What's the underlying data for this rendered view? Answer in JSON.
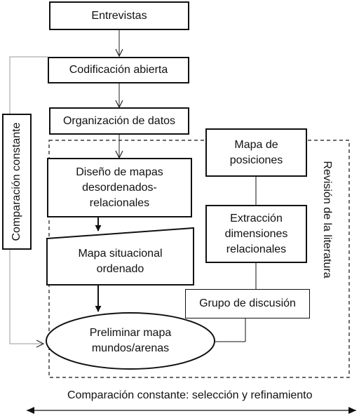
{
  "nodes": {
    "entrevistas": "Entrevistas",
    "codificacion": "Codificación abierta",
    "organizacion": "Organización de datos",
    "diseno": "Diseño de mapas\ndesordenados-\nrelacionales",
    "mapa_situacional": "Mapa situacional\nordenado",
    "preliminar": "Preliminar mapa\nmundos/arenas",
    "mapa_posiciones": "Mapa de\nposiciones",
    "extraccion": "Extracción\ndimensiones\nrelacionales",
    "grupo": "Grupo de discusión"
  },
  "side_labels": {
    "comparacion": "Comparación constante",
    "revision": "Revisión de la literatura"
  },
  "bottom_label": "Comparación constante: selección y refinamiento"
}
